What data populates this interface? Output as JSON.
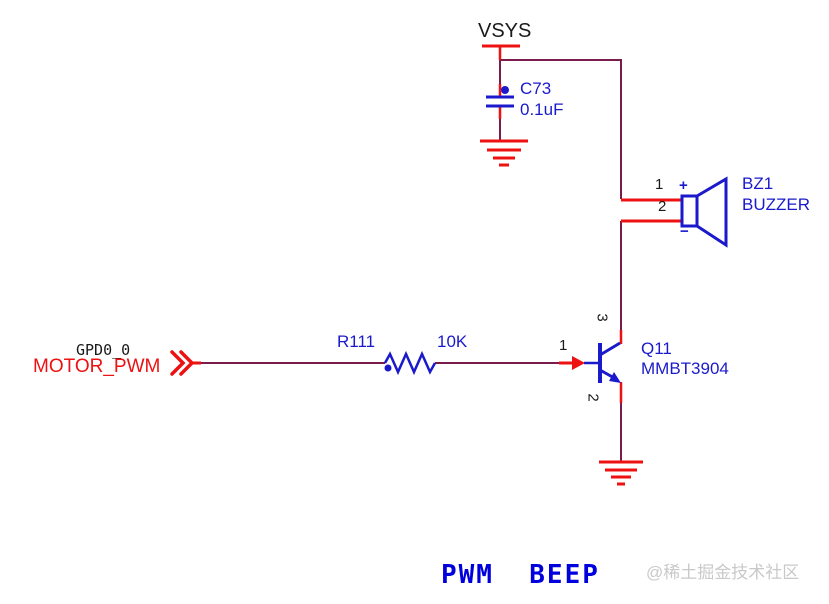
{
  "schematic": {
    "sheet_title": "PWM  BEEP",
    "watermark": "@稀土掘金技术社区",
    "power_net": "VSYS",
    "port": {
      "pin_name": "GPD0_0",
      "net_label": "MOTOR_PWM",
      "direction": "input"
    },
    "capacitor": {
      "ref": "C73",
      "value": "0.1uF"
    },
    "resistor": {
      "ref": "R111",
      "value": "10K"
    },
    "transistor": {
      "ref": "Q11",
      "value": "MMBT3904",
      "pin_base": "1",
      "pin_emitter": "2",
      "pin_collector": "3"
    },
    "buzzer": {
      "ref": "BZ1",
      "value": "BUZZER",
      "pin_pos": "1",
      "pin_neg": "2",
      "plus": "+",
      "minus": "−"
    },
    "symbols": [
      "power-bar-icon",
      "ground-icon",
      "capacitor-icon",
      "resistor-icon",
      "npn-transistor-icon",
      "buzzer-speaker-icon",
      "input-port-chevron-icon",
      "junction-dot-icon",
      "signal-arrow-icon"
    ],
    "colors": {
      "wire": "#7a1b4d",
      "pin_red": "#ee1111",
      "component_blue": "#1a1acc",
      "title_blue": "#0000dd",
      "text_black": "#1a1a1a",
      "watermark_gray": "#c9c9c9"
    }
  }
}
